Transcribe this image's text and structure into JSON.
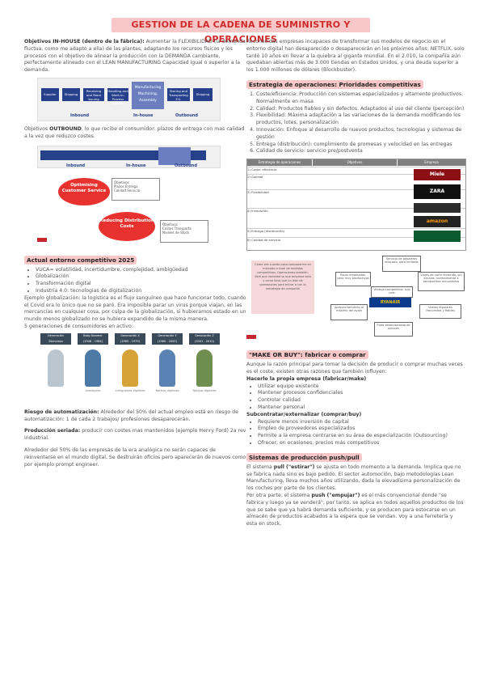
{
  "title": "GESTION DE LA CADENA DE SUMINISTRO Y OPERACIONES",
  "left": {
    "p1_bold": "Objetivos IN-HOUSE (dentro de la fábrica):",
    "p1": " Aumentar la FLEXIBILIDAD (la demanda fluctua, como me adapto a ella) de las plantas, adaptando los recursos físicos y los procesos con el objetivo de alinear la producción con la DEMANDA cambiante, perfectamente alineado con el LEAN MANUFACTURING Capacidad igual o superior a la demanda.",
    "flow1": {
      "boxes": [
        "Supplier",
        "Shipping",
        "Receiving and Store Issuing",
        "Handling and Work-in-Process Storage",
        "Manufacturing Machining, Assembly",
        "Storing and Transporting F.G.",
        "Shipping"
      ],
      "labels": [
        "Inbound",
        "In-house",
        "Outbound"
      ]
    },
    "p2_bold": "OUTBOUND",
    "p2_a": "Objetivos ",
    "p2": ", lo que recibe el consumidor: plazos de entrega con mas calidad a la vez que reduzco costes.",
    "flow2": {
      "labels": [
        "Inbound",
        "In-house",
        "Outbound"
      ],
      "oval1": "Optimising Customer Service",
      "oval2": "Reducing Distribution Costs",
      "obj1_title": "Objetivos",
      "obj1": [
        "Plazos Entrega",
        "Calidad Servicio"
      ],
      "obj2_title": "Objetivos",
      "obj2": [
        "Costes Transporte",
        "Niveles de Stock"
      ]
    },
    "h_entorno": "Actual entorno competitivo 2025",
    "entorno_items": [
      "VUCA= volatilidad, incertidumbre, complejidad, ambigüedad",
      "Globalización",
      "Transformación digital",
      "Industria 4.0: tecnologias de digitalización"
    ],
    "p3": "Ejemplo globalización: la logística es el flujo sanguíneo que hace funcionar todo, cuando el Covid era lo único que no se paró. Era imposible parar un virus porque viajan, en las mercancías en cualquier cosa, por culpa de la globalización, si hubieramos estado en un mundo menos globalizado no se hubiera expandido de la misma manera.",
    "p4": "5 generaciones de consumidores en activo:",
    "gens": [
      {
        "name": "Generación Silenciosa",
        "years": "(1925 - 1945)",
        "color": "#b9c6cf",
        "cap": ""
      },
      {
        "name": "Baby Boomer",
        "years": "(1946 - 1964)",
        "color": "#4c79a5",
        "cap": "Analógicos"
      },
      {
        "name": "Generación X",
        "years": "(1965 - 1979)",
        "color": "#d6a33a",
        "cap": "Inmigrantes digitales"
      },
      {
        "name": "Generación Y",
        "years": "(1980 - 2000)",
        "color": "#5a83b4",
        "cap": "Nativos digitales"
      },
      {
        "name": "Generación Z",
        "years": "(2001 - 2010)",
        "color": "#6e8e4f",
        "cap": "Nativos digitales"
      }
    ],
    "p5_bold": "Riesgo de automatización:",
    "p5": " Alrededor del 50% del actual empleo está en riesgo de automatización: 1 de cada 2 trabajos/ profesiones desaparecerán.",
    "p6_bold": "Producción seriada:",
    "p6": " producir con costes mas mantenidos (ejemplo Henry Ford) 2a rev industrial.",
    "p7": "Alrededor del 50% de las empresas de la era analógica no serán capaces de reinventarse en el mundo digital. Se destruirán oficios pero aparecerán de nuevos como por ejemplo prompt engineer."
  },
  "right": {
    "p1": "Reconocidas empresas incapaces de transformar sus modelos de negocio en el entorno digital han desaparecido o desaparecerán en los próximos años: NETFLIX, solo tardó 10 años en llevar a la quiebra al gigante mundial. En el 2.010, la compañía aún quedaban abiertas más de 3.000 tiendas en Estados Unidos, y una deuda superior a los 1.000 millones de dólares (Blockbuster).",
    "h_estrategia": "Estrategia de operaciones: Prioridades competitivas",
    "estrategia": [
      "Coste/eficiencia: Producción con sistemas especializados y altamente productivos. Normalmente en masa",
      "Calidad: Productos fiables y sin defectos. Adaptados al uso del cliente (percepción)",
      "Flexibilidad: Máxima adaptación a las variaciones de la demanda modificando los productos, lotes, personalización",
      "Innovación: Enfoque al desarrollo de nuevos productos, tecnologías y sistemas de gestión",
      "Entrega (distribución): cumplimiento de promesas y velocidad en las entregas",
      "Calidad de servicio: servicio pre/postventa"
    ],
    "table": {
      "headers": [
        "Estrategia de operaciones",
        "Objetivos",
        "Empresa"
      ],
      "rows": [
        "1) Coste: eficiencia",
        "2) Calidad",
        "3) Flexibilidad",
        "4) Innovación",
        "5) Entrega (distribución)",
        "6) Calidad de servicio"
      ],
      "logos": [
        "Miele",
        "ZARA",
        "",
        "amazon",
        ""
      ]
    },
    "diagram": {
      "note": "Como ves cuando pasa compararme en mercado a nivel de medidas competitivas, Operaciones también. Veré que variedad se que empresa está y como lleva que un lean de operaciones para entrar a con la estrategia de compañía",
      "boxes": [
        "Servicio de pasajeros educado, pero limitado",
        "Pocos empleados, pero muy productivos",
        "Ventaja competitiva: Low cost",
        "Viajes de corto recorrido, sin escalas, normalmente a aeropuertos secundarios",
        "Aprovechamiento al máximo del avión",
        "Vuelos regulares frecuentes y fiables",
        "Flota estandarizada de aviones"
      ],
      "ryanair": "RYANAIR"
    },
    "h_make": "\"MAKE OR BUY\": fabricar o comprar",
    "make_p": "Aunque la razón principal para tomar la decisión de producir o comprar muchas veces es el coste, existen otras razones que también influyen:",
    "make_h1": "Hacerlo la propia empresa (fabricar/make)",
    "make_list1": [
      "Utilizar equipo existente",
      "Mantener procesos confidenciales",
      "Controlar calidad",
      "Mantener personal"
    ],
    "make_h2": "Subcontratar/externalizar (comprar/buy)",
    "make_list2": [
      "Requiere menos inversión de capital",
      "Empleo de proveedores especializados",
      "Permite a la empresa centrarse en su área de especialización (Outsourcing)",
      "Ofrecer, en ocasiones, precios más competitivos"
    ],
    "h_push": "Sistemas de producción push/pull",
    "push_p1_a": "El sistema ",
    "push_p1_b": "pull (\"estirar\")",
    "push_p1": " se ajusta en todo momento a la demanda. Implica que no se fabrica nada sino es bajo pedido. El sector automoción, bajo metodologías Lean Manufacturing, lleva muchos años utilizando, dada la elevadísima personalización de los coches por parte de los clientes.",
    "push_p2_a": "Por otra parte, el sistema ",
    "push_p2_b": "push (\"empujar\")",
    "push_p2": " es el más convencional donde \"se fabrica y luego ya se venderá\", por tanto, se aplica en todos aquellos productos de los que se sabe que ya habrá demanda suficiente, y se producen para estocarse en un almacén de productos acabados a la espera que se vendan. Voy a una ferretería y esta en stock."
  }
}
